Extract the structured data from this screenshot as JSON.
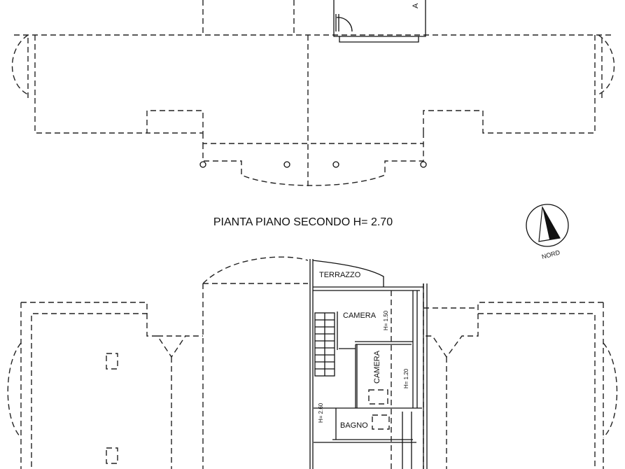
{
  "top_plan": {
    "label_partial": "A"
  },
  "title": "PIANTA PIANO SECONDO H= 2.70",
  "north_arrow": {
    "label": "NORD"
  },
  "rooms": {
    "terrace": "TERRAZZO",
    "bedroom_1": "CAMERA",
    "bedroom_2": "CAMERA",
    "bathroom": "BAGNO"
  },
  "heights": {
    "bedroom_1": "H= 1.50",
    "bedroom_2": "H= 1.20",
    "stair_area": "H= 2.60"
  }
}
